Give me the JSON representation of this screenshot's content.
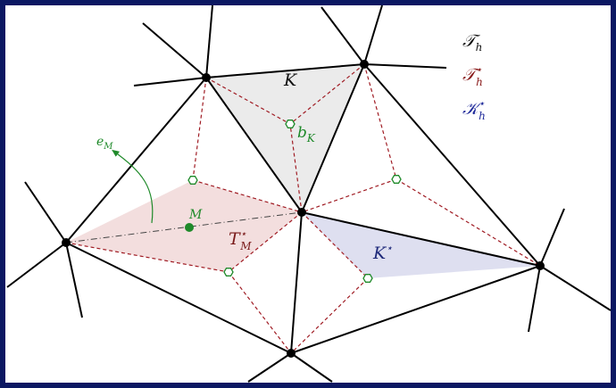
{
  "labels": {
    "K": "K",
    "b": "b",
    "b_sub": "K",
    "e": "e",
    "e_sub": "M",
    "M": "M",
    "TM": "T",
    "TM_sub": "M",
    "TM_sup": "⋆",
    "Kstar": "K",
    "Kstar_sup": "⋆"
  },
  "legend": [
    {
      "main": "𝒯",
      "sub": "h",
      "sup": "",
      "color": "#111111"
    },
    {
      "main": "𝒯",
      "sub": "h",
      "sup": "⋆",
      "color": "#8a1c1c"
    },
    {
      "main": "𝒦",
      "sub": "h",
      "sup": "⋆",
      "color": "#1f2a9a"
    }
  ],
  "colors": {
    "frame": "#0b1862",
    "primal_edge": "#000000",
    "dual_edge": "#a01c24",
    "marker": "#1f8a2a",
    "shade_K": "#e8e8e8",
    "shade_TM": "#f2dada",
    "shade_Kstar": "#dcdcef"
  }
}
